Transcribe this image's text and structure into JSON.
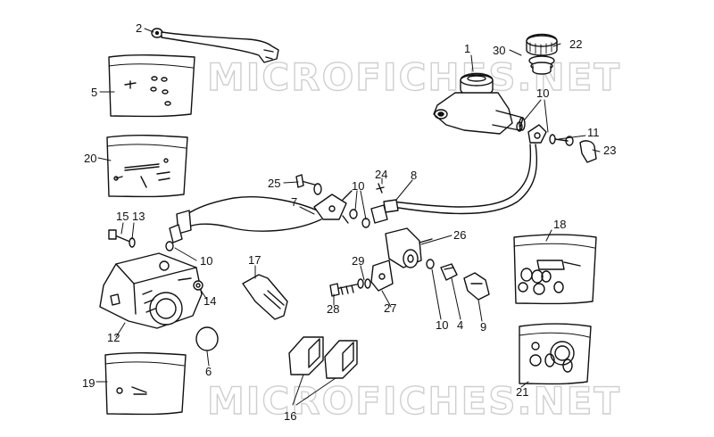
{
  "watermark": {
    "text": "MICROFICHES.NET"
  },
  "callouts": [
    {
      "id": "c1",
      "text": "1"
    },
    {
      "id": "c2",
      "text": "2"
    },
    {
      "id": "c30",
      "text": "30"
    },
    {
      "id": "c22",
      "text": "22"
    },
    {
      "id": "c5",
      "text": "5"
    },
    {
      "id": "c10a",
      "text": "10"
    },
    {
      "id": "c11",
      "text": "11"
    },
    {
      "id": "c23",
      "text": "23"
    },
    {
      "id": "c20",
      "text": "20"
    },
    {
      "id": "c25",
      "text": "25"
    },
    {
      "id": "c24",
      "text": "24"
    },
    {
      "id": "c8",
      "text": "8"
    },
    {
      "id": "c10b",
      "text": "10"
    },
    {
      "id": "c7",
      "text": "7"
    },
    {
      "id": "c15",
      "text": "15"
    },
    {
      "id": "c13",
      "text": "13"
    },
    {
      "id": "c18",
      "text": "18"
    },
    {
      "id": "c26",
      "text": "26"
    },
    {
      "id": "c10c",
      "text": "10"
    },
    {
      "id": "c17",
      "text": "17"
    },
    {
      "id": "c29",
      "text": "29"
    },
    {
      "id": "c14",
      "text": "14"
    },
    {
      "id": "c28",
      "text": "28"
    },
    {
      "id": "c27",
      "text": "27"
    },
    {
      "id": "c10d",
      "text": "10"
    },
    {
      "id": "c4",
      "text": "4"
    },
    {
      "id": "c9",
      "text": "9"
    },
    {
      "id": "c12",
      "text": "12"
    },
    {
      "id": "c6",
      "text": "6"
    },
    {
      "id": "c19",
      "text": "19"
    },
    {
      "id": "c21",
      "text": "21"
    },
    {
      "id": "c16",
      "text": "16"
    }
  ]
}
